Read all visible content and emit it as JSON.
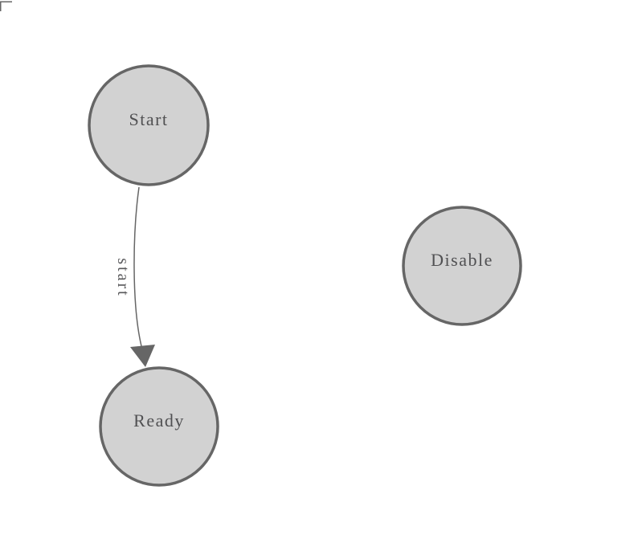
{
  "diagram": {
    "background": "#ffffff",
    "colors": {
      "node_fill": "#d2d2d2",
      "node_stroke": "#666666",
      "node_label": "#505052",
      "edge_stroke": "#666666",
      "edge_label": "#58585a",
      "arrowhead": "#666666",
      "corner_mark": "#666666"
    },
    "nodes": [
      {
        "id": "start",
        "label": "Start"
      },
      {
        "id": "ready",
        "label": "Ready"
      },
      {
        "id": "disable",
        "label": "Disable"
      }
    ],
    "edges": [
      {
        "from": "start",
        "to": "ready",
        "label": "start"
      }
    ]
  }
}
